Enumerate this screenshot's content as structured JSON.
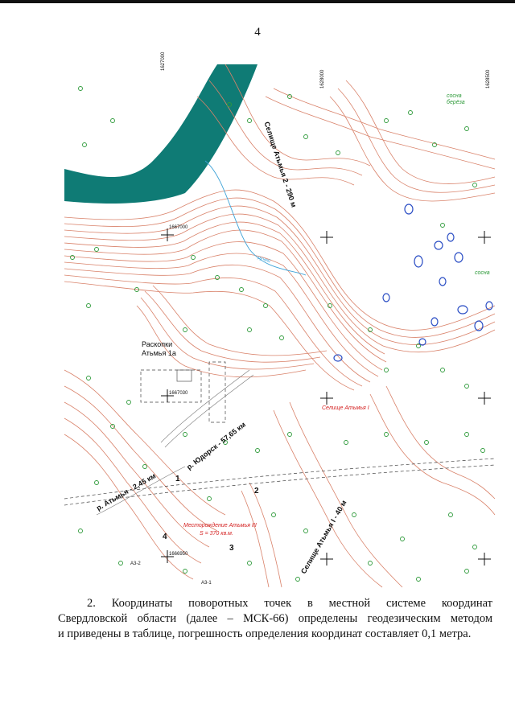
{
  "page": {
    "number": "4"
  },
  "map": {
    "colors": {
      "river": "#0f7b75",
      "contour": "#d9826a",
      "grid": "#111111",
      "vegetation": "#2e9a3a",
      "spring": "#2a4dc4",
      "stream": "#3fa3d8",
      "red_label": "#d42020",
      "blue_label": "#1b3db0"
    },
    "grid_coords": {
      "a": "1627000",
      "b": "1628000",
      "c": "1628500",
      "d": "1667000",
      "e": "1667030",
      "f": "1666950"
    },
    "labels": {
      "river": "р. Атьмья",
      "settlement_top": "Селище Атьмья 2 - 290 м",
      "excavations_line1": "Раскопки",
      "excavations_line2": "Атьмья 1а",
      "road": "р. Юдорск - 57,65 км",
      "river_lower": "р. Атьмья - 2,45 км",
      "settlement_1": "Селище Атьмья I",
      "deposit_line1": "Месторождение Атьмья III",
      "deposit_line2": "S = 370 кв.м.",
      "settlement_bottom": "Селище Атьмья I - 40 м",
      "pine_border": "сосна берёза",
      "pine": "сосна",
      "stream": "ручей"
    },
    "points": [
      "1",
      "2",
      "3",
      "4"
    ],
    "marks": [
      "А3-2",
      "А3-1"
    ]
  },
  "paragraph": {
    "line1": "2. Координаты поворотных точек в местной системе координат",
    "line2": "Свердловской области (далее – МСК-66) определены геодезическим методом",
    "line3": "и приведены в таблице, погрешность определения координат составляет 0,1 метра."
  }
}
